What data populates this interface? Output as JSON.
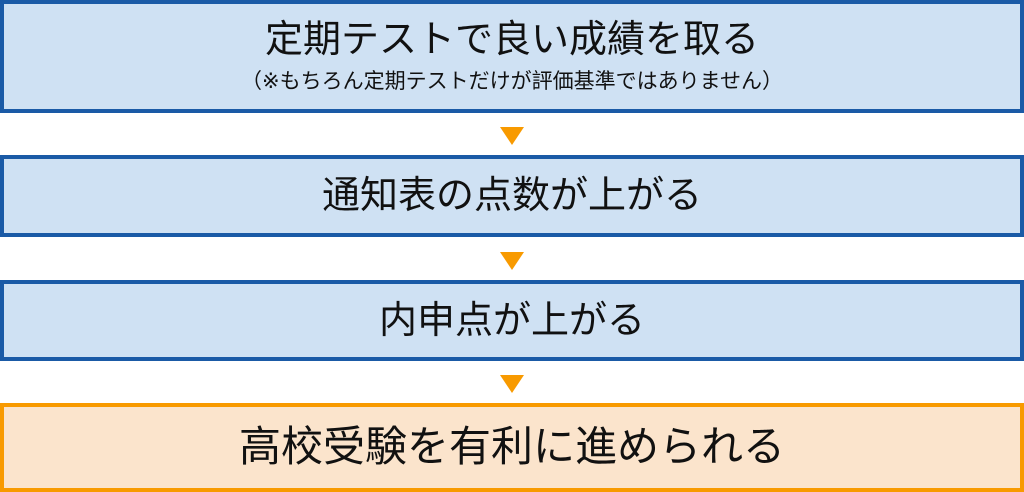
{
  "steps": [
    {
      "main": "定期テストで良い成績を取る",
      "note": "（※もちろん定期テストだけが評価基準ではありません）"
    },
    {
      "main": "通知表の点数が上がる"
    },
    {
      "main": "内申点が上がる"
    },
    {
      "main": "高校受験を有利に進められる"
    }
  ],
  "colors": {
    "blue_border": "#1a5aa6",
    "blue_fill": "#cfe1f3",
    "orange_border": "#f89a00",
    "orange_fill": "#fbe4cc",
    "arrow": "#f89a00"
  }
}
